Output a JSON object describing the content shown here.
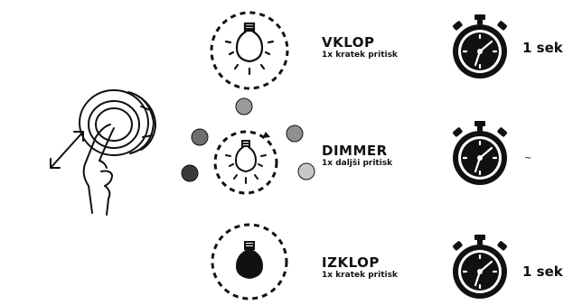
{
  "modes": [
    {
      "title": "VKLOP",
      "subtitle": "1x kratek pritisk",
      "duration": "1 sek"
    },
    {
      "title": "DIMMER",
      "subtitle": "1x daljši pritisk",
      "duration": "~"
    },
    {
      "title": "IZKLOP",
      "subtitle": "1x kratek pritisk",
      "duration": "1 sek"
    }
  ],
  "colors": {
    "ink": "#111111",
    "dim_dots": [
      "#9a9a9a",
      "#6e6e6e",
      "#8f8f8f",
      "#3a3a3a",
      "#c8c8c8"
    ]
  },
  "icons": {
    "hand": "hand-pressing-button-icon",
    "bulb_on": "lightbulb-on-icon",
    "bulb_dim": "lightbulb-dimmer-icon",
    "bulb_off": "lightbulb-off-icon",
    "timer": "stopwatch-icon"
  }
}
